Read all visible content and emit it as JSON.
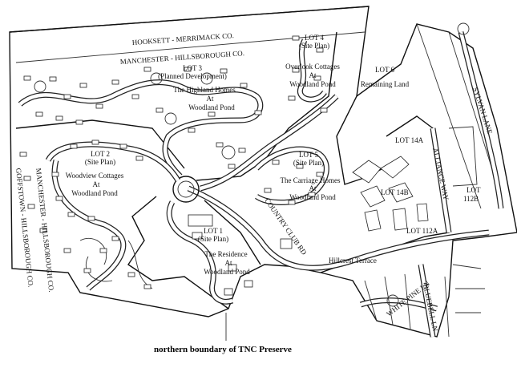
{
  "county_lines": {
    "hooksett": "HOOKSETT - MERRIMACK CO.",
    "manchester_top": "MANCHESTER - HILLSBOROUGH CO.",
    "manchester_left": "MANCHESTER - HILLSBOROUGH CO.",
    "goffstown": "GOFFSTOWN - HILLSBOROUGH CO."
  },
  "lots": {
    "lot3": {
      "name": "LOT 3",
      "sub": "(Planned Development)",
      "line1": "The Highland Homes",
      "line2": "At",
      "line3": "Woodland Pond"
    },
    "lot4": {
      "name": "LOT 4",
      "sub": "(Site Plan)",
      "line1": "Overlook Cottages",
      "line2": "At",
      "line3": "Woodland Pond"
    },
    "lot6": {
      "name": "LOT 6",
      "line1": "Remaining Land"
    },
    "lot2": {
      "name": "LOT 2",
      "sub": "(Site Plan)",
      "line1": "Woodview Cottages",
      "line2": "At",
      "line3": "Woodland Pond"
    },
    "lot5": {
      "name": "LOT 5",
      "sub": "(Site Plan)",
      "line1": "The Carriage Homes",
      "line2": "At",
      "line3": "Woodland Pond"
    },
    "lot1": {
      "name": "LOT 1",
      "sub": "(Site Plan)",
      "line1": "The Residence",
      "line2": "At",
      "line3": "Woodland Pond"
    },
    "lot14a": {
      "name": "LOT 14A"
    },
    "lot14b": {
      "name": "LOT 14B"
    },
    "lot112b": {
      "name": "LOT",
      "line1": "112B"
    },
    "lot112a": {
      "name": "LOT 112A"
    },
    "hillcrest": {
      "name": "Hillcrest Terrace"
    }
  },
  "roads": {
    "country_club": "COUNTRY CLUB RD",
    "alliance": "ALLIANCE WAY",
    "sylvan": "SYLVAN LANE",
    "white_pine": "WHITE PINE LN",
    "bluebell": "BLUEBELL LN"
  },
  "caption": "northern boundary of  TNC Preserve"
}
